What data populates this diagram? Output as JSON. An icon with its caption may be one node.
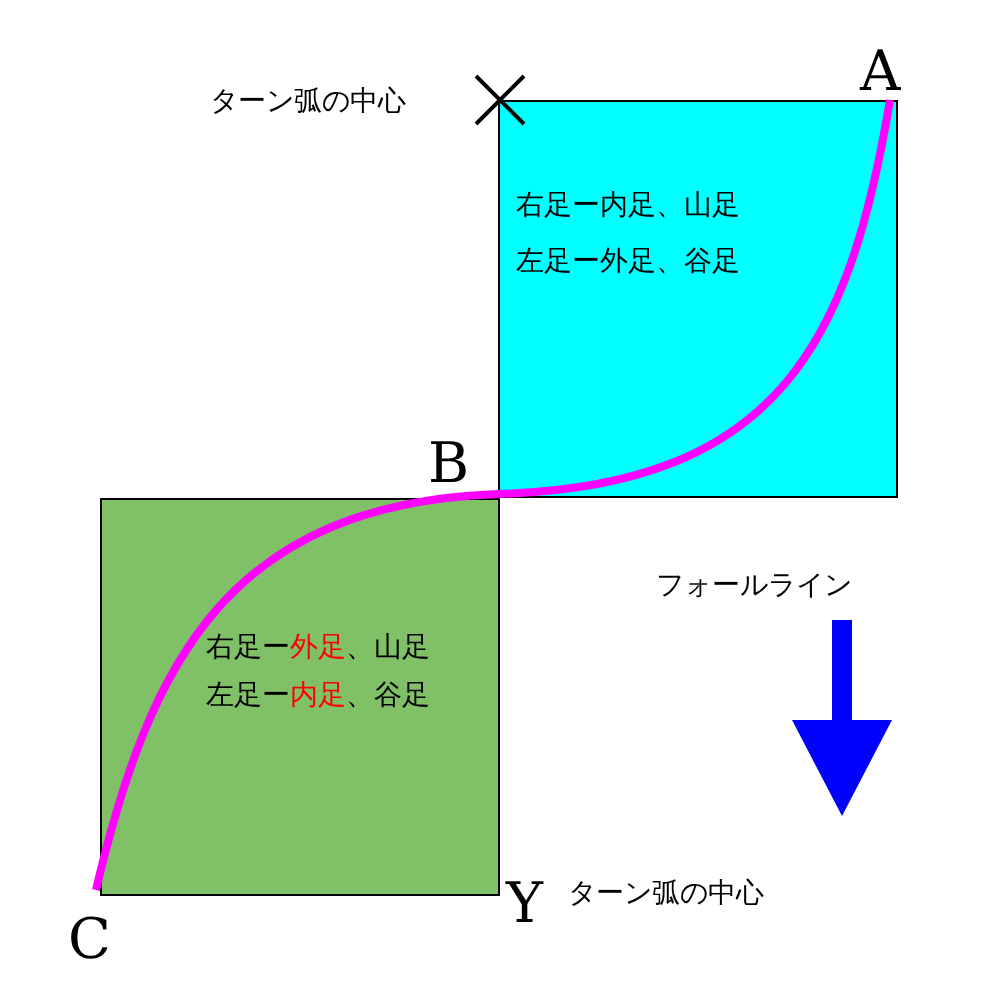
{
  "diagram": {
    "nodes": [
      {
        "text": [
          "右足ー内足、山足",
          "左足ー外足、谷足"
        ]
      },
      {
        "text": [
          "右足ー**外足**、山足",
          "左足ー**内足**、谷足"
        ]
      }
    ],
    "labels": [
      "A",
      "ターン弧の中心",
      "B",
      "フォールライン",
      "C",
      "Y",
      "ターン弧の中心"
    ]
  }
}
